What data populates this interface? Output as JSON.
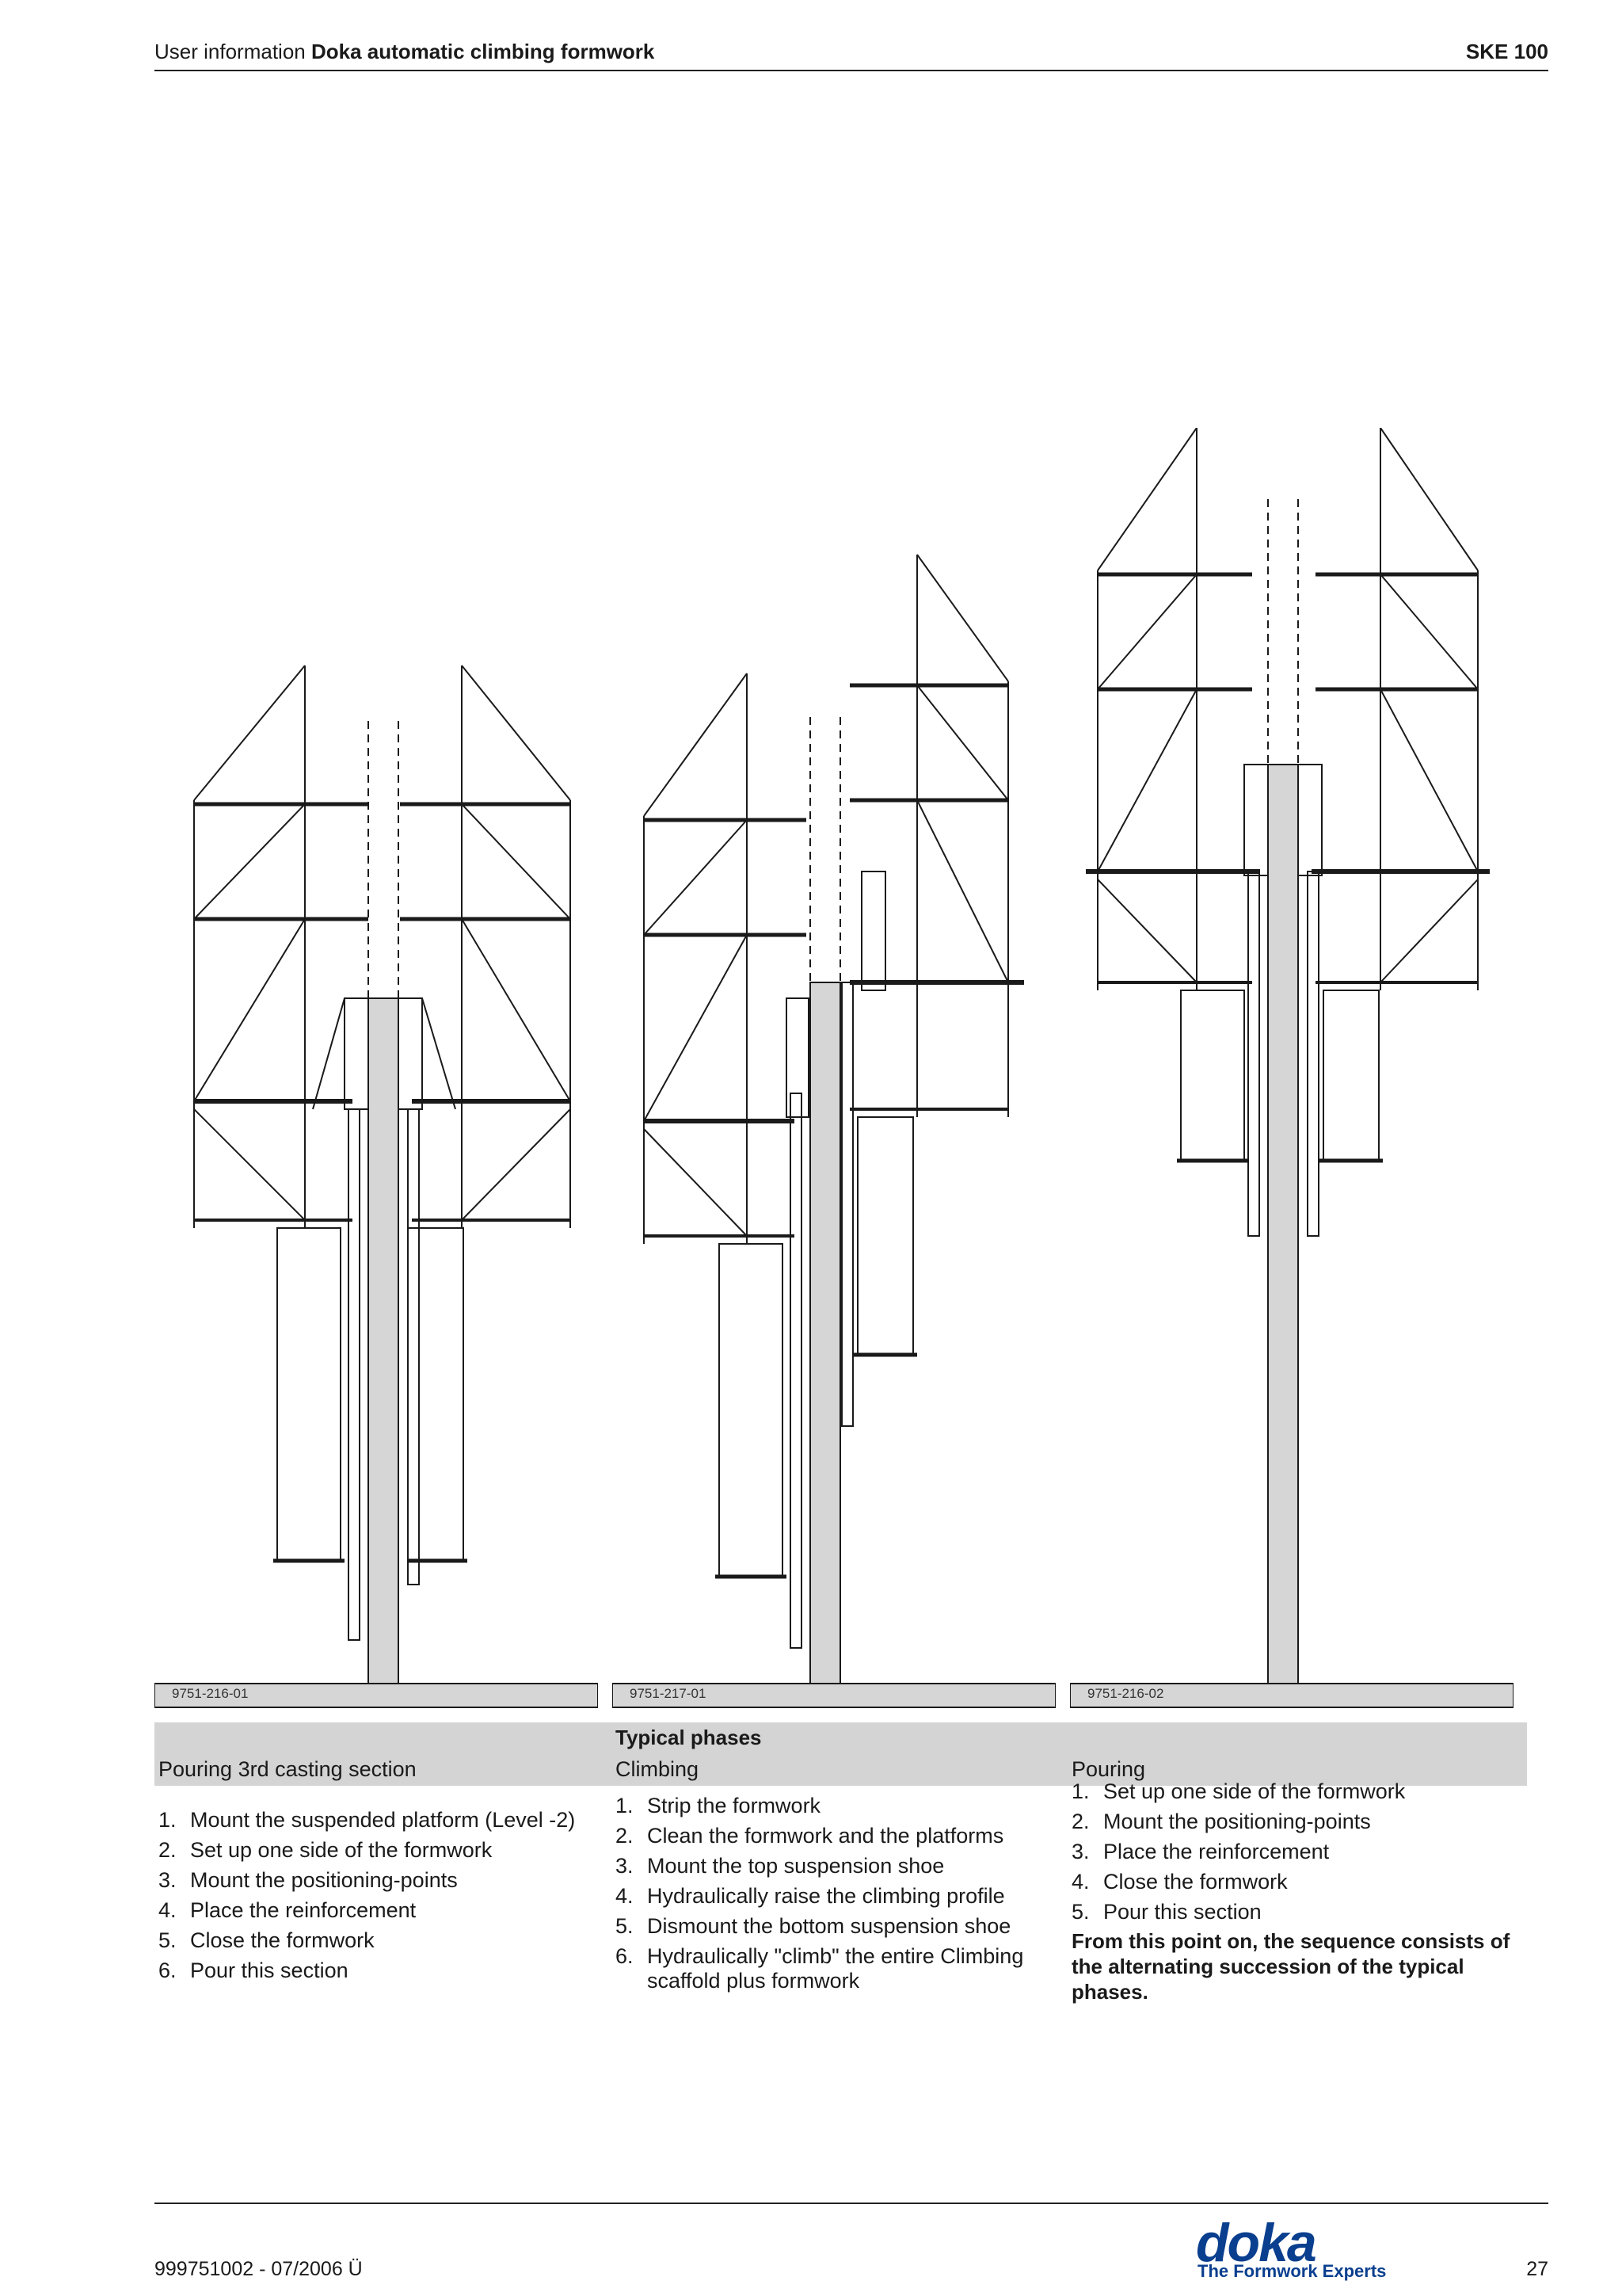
{
  "header": {
    "prefix": "User information",
    "title": "Doka automatic climbing formwork",
    "model": "SKE 100"
  },
  "figures": [
    {
      "label": "9751-216-01"
    },
    {
      "label": "9751-217-01"
    },
    {
      "label": "9751-216-02"
    }
  ],
  "phases": {
    "group_title": "Typical phases",
    "columns": [
      {
        "heading": "Pouring 3rd casting section",
        "steps": [
          "Mount the suspended platform (Level -2)",
          "Set up one side of the formwork",
          "Mount the positioning-points",
          "Place the reinforcement",
          "Close the formwork",
          "Pour this section"
        ]
      },
      {
        "heading": "Climbing",
        "steps": [
          "Strip the formwork",
          "Clean the formwork and the platforms",
          "Mount the top suspension shoe",
          "Hydraulically raise the climbing profile",
          "Dismount the bottom suspension shoe",
          "Hydraulically \"climb\" the entire Climbing scaffold plus formwork"
        ]
      },
      {
        "heading": "Pouring",
        "steps": [
          "Set up one side of the formwork",
          "Mount the positioning-points",
          "Place the reinforcement",
          "Close the formwork",
          "Pour this section"
        ],
        "note": "From this point on, the sequence consists of the alternating succession of the typical phases."
      }
    ]
  },
  "footer": {
    "doc_number": "999751002  - 07/2006 Ü",
    "page": "27",
    "logo_word": "doka",
    "logo_tagline": "The Formwork Experts"
  },
  "colors": {
    "concrete": "#d6d6d6",
    "band": "#d4d4d4",
    "brand": "#0a3f8f",
    "line": "#1a1a1a"
  }
}
